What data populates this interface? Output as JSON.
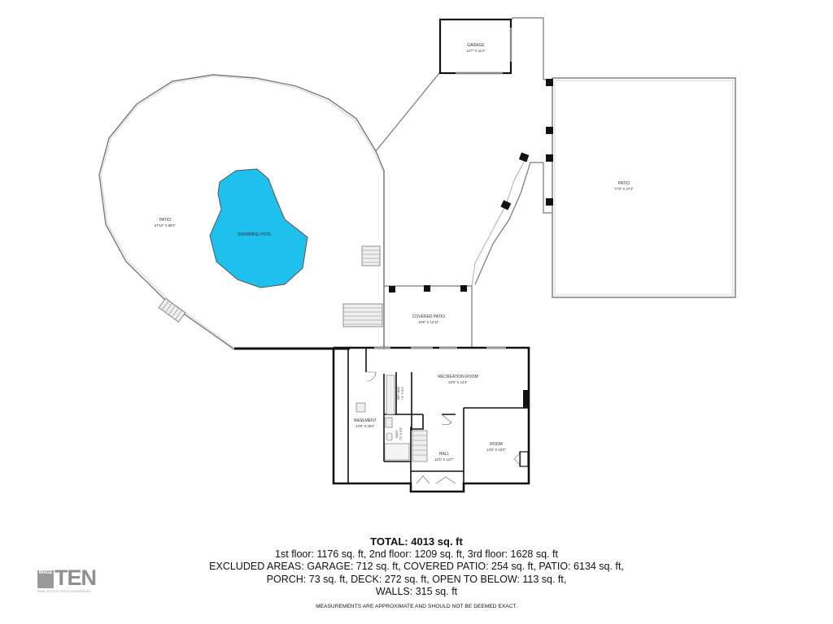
{
  "rooms": {
    "garage": {
      "name": "GARAGE",
      "dims": "14'7\" X 11'2\""
    },
    "patio_left": {
      "name": "PATIO",
      "dims": "57'10\" X 58'2\""
    },
    "pool": {
      "name": "SWIMMING POOL"
    },
    "patio_right": {
      "name": "PATIO",
      "dims": "77'0\" X 47'4\""
    },
    "covered_patio": {
      "name": "COVERED PATIO",
      "dims": "19'8\" X 12'11\""
    },
    "recreation_room": {
      "name": "RECREATION ROOM",
      "dims": "34'0\" X 14'4\""
    },
    "wet_bar": {
      "name": "WET BAR",
      "dims": "7'1\" X 8'4\""
    },
    "basement": {
      "name": "BASEMENT",
      "dims": "13'9\" X 29'4\""
    },
    "bath": {
      "name": "BATH",
      "dims": "7'2\" X 5'0\""
    },
    "hall": {
      "name": "HALL",
      "dims": "11'5\" X 14'7\""
    },
    "room": {
      "name": "ROOM",
      "dims": "13'5\" X 16'0\""
    }
  },
  "summary": {
    "total": "TOTAL: 4013 sq. ft",
    "line1": "1st floor: 1176 sq. ft, 2nd floor: 1209 sq. ft, 3rd floor: 1628 sq. ft",
    "line2": "EXCLUDED AREAS: GARAGE: 712 sq. ft, COVERED PATIO: 254 sq. ft, PATIO: 6134 sq. ft,",
    "line3": "PORCH: 73 sq. ft, DECK: 272 sq. ft, OPEN TO BELOW: 113 sq. ft,",
    "line4": "WALLS: 315 sq. ft"
  },
  "disclaimer": "MEASUREMENTS ARE APPROXIMATE AND SHOULD NOT BE DEEMED EXACT.",
  "logo": {
    "stack": "IMAGE",
    "brand": "TEN",
    "tagline": "REAL ESTATE PHOTOGRAPHERS"
  },
  "colors": {
    "pool": "#1ec0ee",
    "walls": "#111111",
    "outline": "#777777"
  }
}
